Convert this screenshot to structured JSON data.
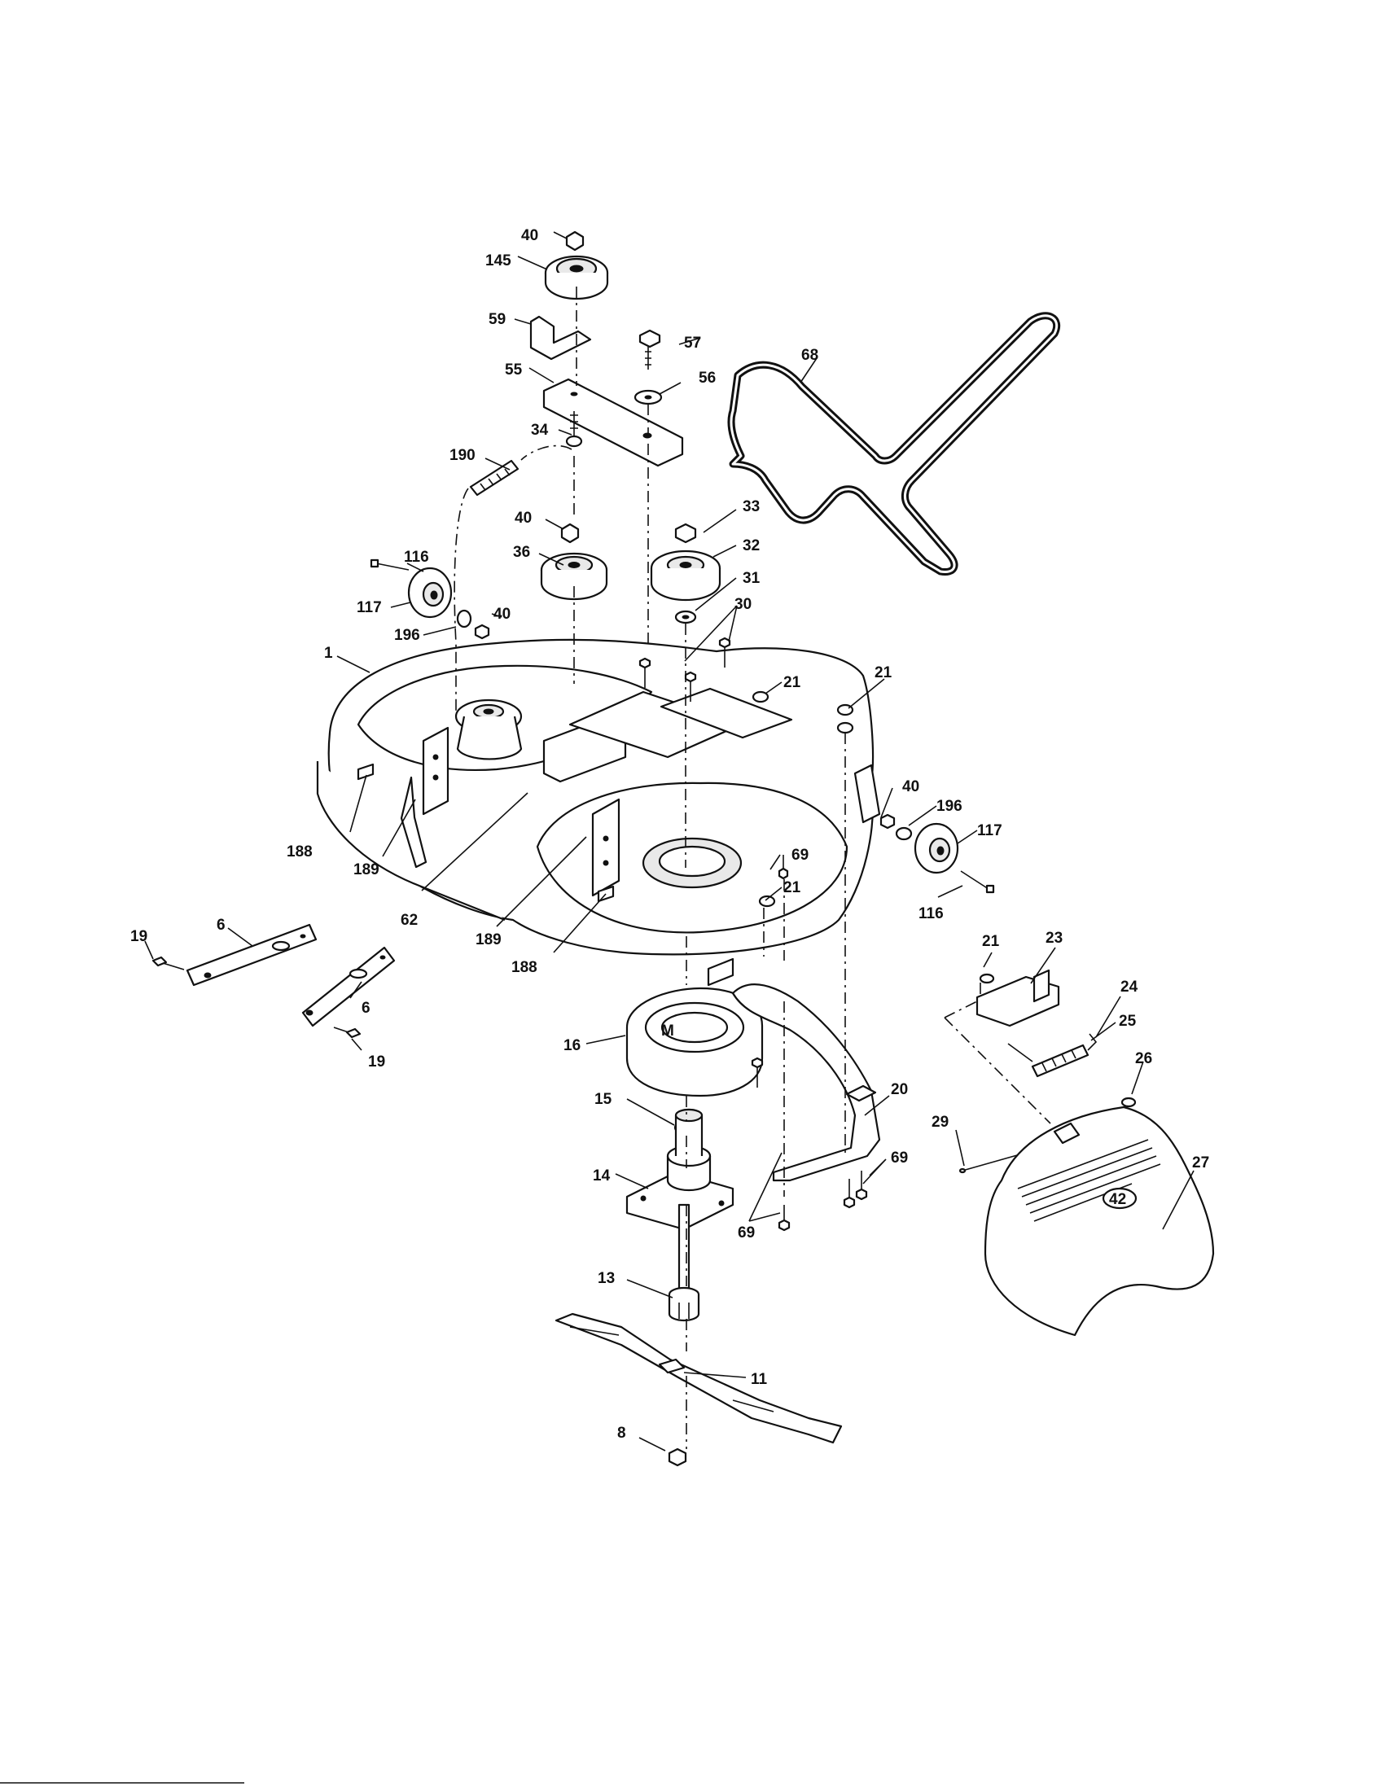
{
  "callouts": [
    {
      "id": "40a",
      "text": "40"
    },
    {
      "id": "145",
      "text": "145"
    },
    {
      "id": "59",
      "text": "59"
    },
    {
      "id": "57",
      "text": "57"
    },
    {
      "id": "68",
      "text": "68"
    },
    {
      "id": "55",
      "text": "55"
    },
    {
      "id": "56",
      "text": "56"
    },
    {
      "id": "34",
      "text": "34"
    },
    {
      "id": "190",
      "text": "190"
    },
    {
      "id": "40b",
      "text": "40"
    },
    {
      "id": "33",
      "text": "33"
    },
    {
      "id": "36",
      "text": "36"
    },
    {
      "id": "32",
      "text": "32"
    },
    {
      "id": "116a",
      "text": "116"
    },
    {
      "id": "31",
      "text": "31"
    },
    {
      "id": "117a",
      "text": "117"
    },
    {
      "id": "40c",
      "text": "40"
    },
    {
      "id": "30",
      "text": "30"
    },
    {
      "id": "196a",
      "text": "196"
    },
    {
      "id": "1",
      "text": "1"
    },
    {
      "id": "21a",
      "text": "21"
    },
    {
      "id": "21b",
      "text": "21"
    },
    {
      "id": "40d",
      "text": "40"
    },
    {
      "id": "196b",
      "text": "196"
    },
    {
      "id": "117b",
      "text": "117"
    },
    {
      "id": "188a",
      "text": "188"
    },
    {
      "id": "69a",
      "text": "69"
    },
    {
      "id": "189a",
      "text": "189"
    },
    {
      "id": "21c",
      "text": "21"
    },
    {
      "id": "116b",
      "text": "116"
    },
    {
      "id": "62",
      "text": "62"
    },
    {
      "id": "189b",
      "text": "189"
    },
    {
      "id": "6a",
      "text": "6"
    },
    {
      "id": "19a",
      "text": "19"
    },
    {
      "id": "21d",
      "text": "21"
    },
    {
      "id": "23",
      "text": "23"
    },
    {
      "id": "188b",
      "text": "188"
    },
    {
      "id": "6b",
      "text": "6"
    },
    {
      "id": "24",
      "text": "24"
    },
    {
      "id": "25",
      "text": "25"
    },
    {
      "id": "19b",
      "text": "19"
    },
    {
      "id": "16",
      "text": "16"
    },
    {
      "id": "26",
      "text": "26"
    },
    {
      "id": "20",
      "text": "20"
    },
    {
      "id": "15",
      "text": "15"
    },
    {
      "id": "29",
      "text": "29"
    },
    {
      "id": "27",
      "text": "27"
    },
    {
      "id": "69b",
      "text": "69"
    },
    {
      "id": "14",
      "text": "14"
    },
    {
      "id": "69c",
      "text": "69"
    },
    {
      "id": "13",
      "text": "13"
    },
    {
      "id": "11",
      "text": "11"
    },
    {
      "id": "8",
      "text": "8"
    }
  ],
  "deck_badge": "42",
  "spindle_mark": "M"
}
